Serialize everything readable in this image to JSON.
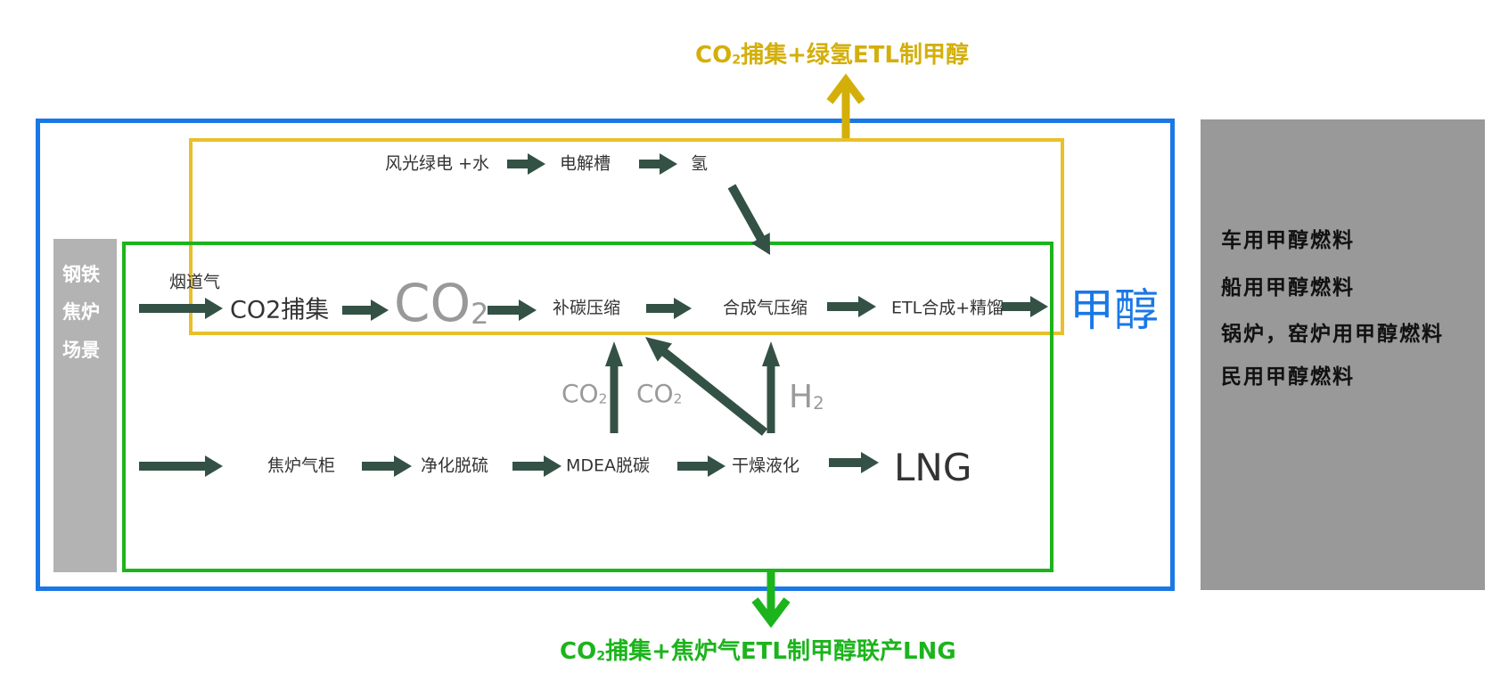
{
  "titles": {
    "top": {
      "main": "CO",
      "sub": "2",
      "rest": "捕集+绿氢ETL制甲醇"
    },
    "bottom": {
      "main": "CO",
      "sub": "2",
      "rest": "捕集+焦炉气ETL制甲醇联产LNG"
    }
  },
  "left_panel": {
    "lines": [
      "钢铁",
      "焦炉",
      "场景"
    ]
  },
  "right_panel": {
    "lines": [
      "车用甲醇燃料",
      "船用甲醇燃料",
      "锅炉，窑炉用甲醇燃料",
      "民用甲醇燃料"
    ]
  },
  "product": "甲醇",
  "row1": [
    "风光绿电 +水",
    "电解槽",
    "氢"
  ],
  "row2": {
    "flue_gas": "烟道气",
    "capture": "CO2捕集",
    "co2_big": {
      "main": "CO",
      "sub": "2"
    },
    "steps": [
      "补碳压缩",
      "合成气压缩",
      "ETL合成+精馏"
    ]
  },
  "row3": {
    "steps": [
      "焦炉气柜",
      "净化脱硫",
      "MDEA脱碳",
      "干燥液化"
    ],
    "lng": "LNG"
  },
  "branch_labels": {
    "co2_a": {
      "main": "CO",
      "sub": "2"
    },
    "co2_b": {
      "main": "CO",
      "sub": "2"
    },
    "h2": {
      "main": "H",
      "sub": "2"
    }
  },
  "colors": {
    "blue": "#1a78e6",
    "yellow": "#e8c02a",
    "green": "#1cb41c",
    "gold_text": "#d4af0a",
    "arrow": "#345146",
    "panel_gray": "#999999",
    "left_gray": "#b3b3b3"
  }
}
